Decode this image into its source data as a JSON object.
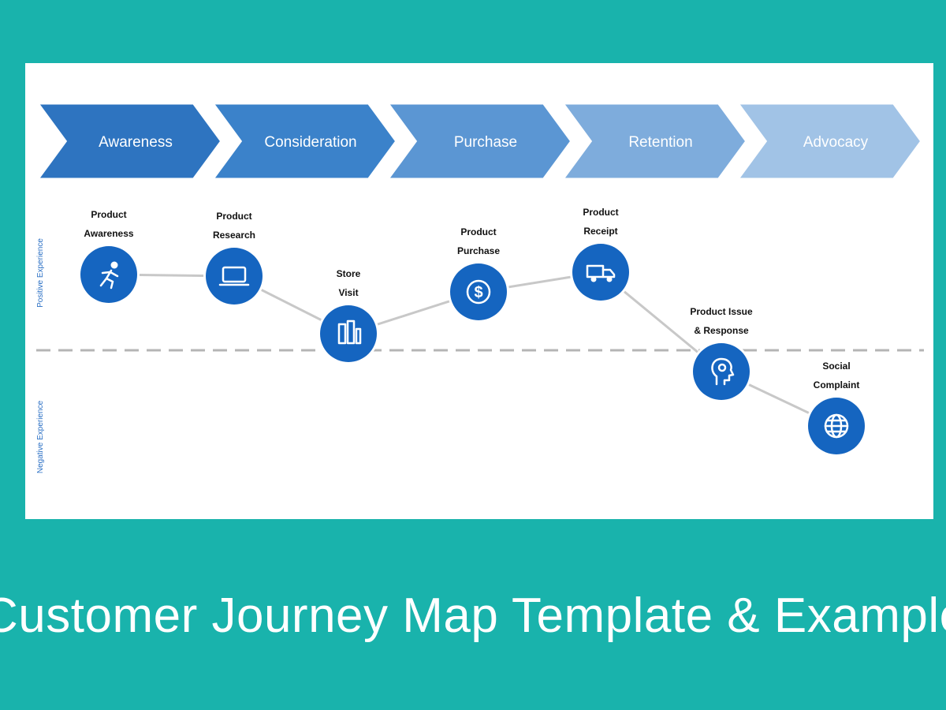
{
  "stages": [
    {
      "label": "Awareness",
      "color": "#2e74c0"
    },
    {
      "label": "Consideration",
      "color": "#3b82ca"
    },
    {
      "label": "Purchase",
      "color": "#5b96d3"
    },
    {
      "label": "Retention",
      "color": "#7eacdc"
    },
    {
      "label": "Advocacy",
      "color": "#a1c3e6"
    }
  ],
  "axis": {
    "positive": "Positive Experience",
    "negative": "Negative Experience"
  },
  "steps": [
    {
      "lines": [
        "Product",
        "Awareness"
      ],
      "icon": "person-running-icon"
    },
    {
      "lines": [
        "Product",
        "Research"
      ],
      "icon": "laptop-icon"
    },
    {
      "lines": [
        "Store",
        "Visit"
      ],
      "icon": "store-icon"
    },
    {
      "lines": [
        "Product",
        "Purchase"
      ],
      "icon": "dollar-icon"
    },
    {
      "lines": [
        "Product",
        "Receipt"
      ],
      "icon": "delivery-truck-icon"
    },
    {
      "lines": [
        "Product Issue",
        "& Response"
      ],
      "icon": "head-thought-icon"
    },
    {
      "lines": [
        "Social",
        "Complaint"
      ],
      "icon": "globe-icon"
    }
  ],
  "colors": {
    "node": "#1565c0",
    "connector": "#c8c8c8",
    "divider": "#b5b5b5",
    "background": "#19b3ac"
  },
  "footer": {
    "title": "Customer Journey Map Template & Examples"
  }
}
